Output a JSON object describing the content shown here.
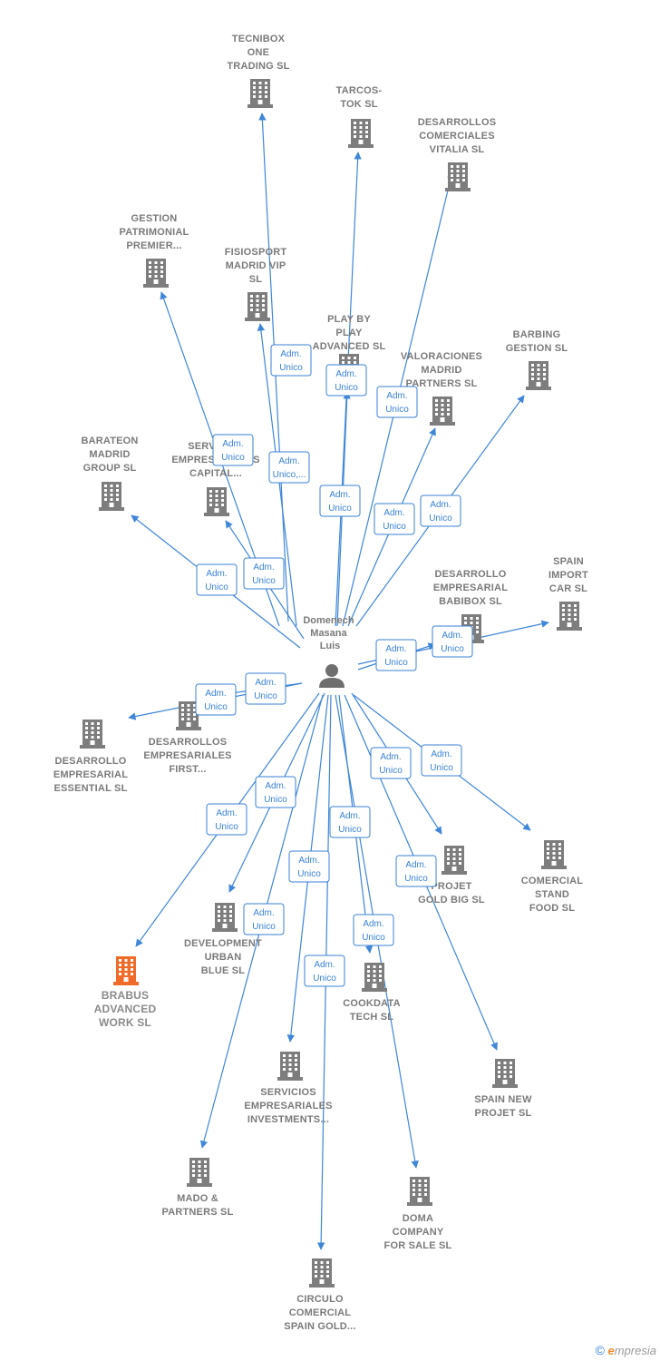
{
  "colors": {
    "edge": "#3f86d8",
    "building": "#7d7d7d",
    "highlight": "#f06a2a",
    "label": "#7a7a7a"
  },
  "person": {
    "name_lines": [
      "Domenech",
      "Masana",
      "Luis"
    ],
    "icon": "person-icon"
  },
  "edge_label_lines": [
    "Adm.",
    "Unico"
  ],
  "nodes": [
    {
      "id": "tecnibox",
      "label": [
        "TECNIBOX",
        "ONE",
        "TRADING  SL"
      ],
      "role": [
        "Adm.",
        "Unico"
      ]
    },
    {
      "id": "tarcos",
      "label": [
        "TARCOS-",
        "TOK  SL"
      ],
      "role": [
        "Adm.",
        "Unico"
      ]
    },
    {
      "id": "vitalia",
      "label": [
        "DESARROLLOS",
        "COMERCIALES",
        "VITALIA  SL"
      ],
      "role": [
        "Adm.",
        "Unico"
      ]
    },
    {
      "id": "gestion",
      "label": [
        "GESTION",
        "PATRIMONIAL",
        "PREMIER..."
      ],
      "role": [
        "Adm.",
        "Unico"
      ]
    },
    {
      "id": "fisiosport",
      "label": [
        "FISIOSPORT",
        "MADRID VIP",
        "SL"
      ],
      "role": [
        "Adm.",
        "Unico,..."
      ]
    },
    {
      "id": "playbyplay",
      "label": [
        "PLAY BY",
        "PLAY",
        "ADVANCED  SL"
      ],
      "role": [
        "Adm.",
        "Unico"
      ]
    },
    {
      "id": "valoraciones",
      "label": [
        "VALORACIONES",
        "MADRID",
        "PARTNERS  SL"
      ],
      "role": [
        "Adm.",
        "Unico"
      ]
    },
    {
      "id": "barbing",
      "label": [
        "BARBING",
        "GESTION SL"
      ],
      "role": [
        "Adm.",
        "Unico"
      ]
    },
    {
      "id": "barateon",
      "label": [
        "BARATEON",
        "MADRID",
        "GROUP  SL"
      ],
      "role": [
        "Adm.",
        "Unico"
      ]
    },
    {
      "id": "servicios_capital",
      "label": [
        "SERVICIOS",
        "EMPRESARIALES",
        "CAPITAL..."
      ],
      "role": [
        "Adm.",
        "Unico"
      ]
    },
    {
      "id": "babibox",
      "label": [
        "DESARROLLO",
        "EMPRESARIAL",
        "BABIBOX  SL"
      ],
      "role": [
        "Adm.",
        "Unico"
      ]
    },
    {
      "id": "spain_import",
      "label": [
        "SPAIN",
        "IMPORT",
        "CAR  SL"
      ],
      "role": [
        "Adm.",
        "Unico"
      ]
    },
    {
      "id": "first",
      "label": [
        "DESARROLLOS",
        "EMPRESARIALES",
        "FIRST..."
      ],
      "role": [
        "Adm.",
        "Unico"
      ]
    },
    {
      "id": "essential",
      "label": [
        "DESARROLLO",
        "EMPRESARIAL",
        "ESSENTIAL  SL"
      ],
      "role": [
        "Adm.",
        "Unico"
      ]
    },
    {
      "id": "brabus",
      "label": [
        "BRABUS",
        "ADVANCED",
        "WORK  SL"
      ],
      "role": [
        "Adm.",
        "Unico"
      ],
      "highlight": true
    },
    {
      "id": "dev_urban",
      "label": [
        "DEVELOPMENT",
        "URBAN",
        "BLUE SL"
      ],
      "role": [
        "Adm.",
        "Unico"
      ]
    },
    {
      "id": "projet_gold",
      "label": [
        "PROJET",
        "GOLD BIG  SL"
      ],
      "role": [
        "Adm.",
        "Unico"
      ]
    },
    {
      "id": "comercial_stand",
      "label": [
        "COMERCIAL",
        "STAND",
        "FOOD SL"
      ],
      "role": [
        "Adm.",
        "Unico"
      ]
    },
    {
      "id": "cookdata",
      "label": [
        "COOKDATA",
        "TECH  SL"
      ],
      "role": [
        "Adm.",
        "Unico"
      ]
    },
    {
      "id": "servicios_inv",
      "label": [
        "SERVICIOS",
        "EMPRESARIALES",
        "INVESTMENTS..."
      ],
      "role": [
        "Adm.",
        "Unico"
      ]
    },
    {
      "id": "spain_new",
      "label": [
        "SPAIN NEW",
        "PROJET  SL"
      ],
      "role": [
        "Adm.",
        "Unico"
      ]
    },
    {
      "id": "mado",
      "label": [
        "MADO &",
        "PARTNERS  SL"
      ],
      "role": [
        "Adm.",
        "Unico"
      ]
    },
    {
      "id": "doma",
      "label": [
        "DOMA",
        "COMPANY",
        "FOR SALE SL"
      ],
      "role": [
        "Adm.",
        "Unico"
      ]
    },
    {
      "id": "circulo",
      "label": [
        "CIRCULO",
        "COMERCIAL",
        "SPAIN GOLD..."
      ],
      "role": [
        "Adm.",
        "Unico"
      ]
    }
  ],
  "footer": {
    "copyright": "©",
    "brand": "mpresia",
    "brand_initial": "e"
  }
}
